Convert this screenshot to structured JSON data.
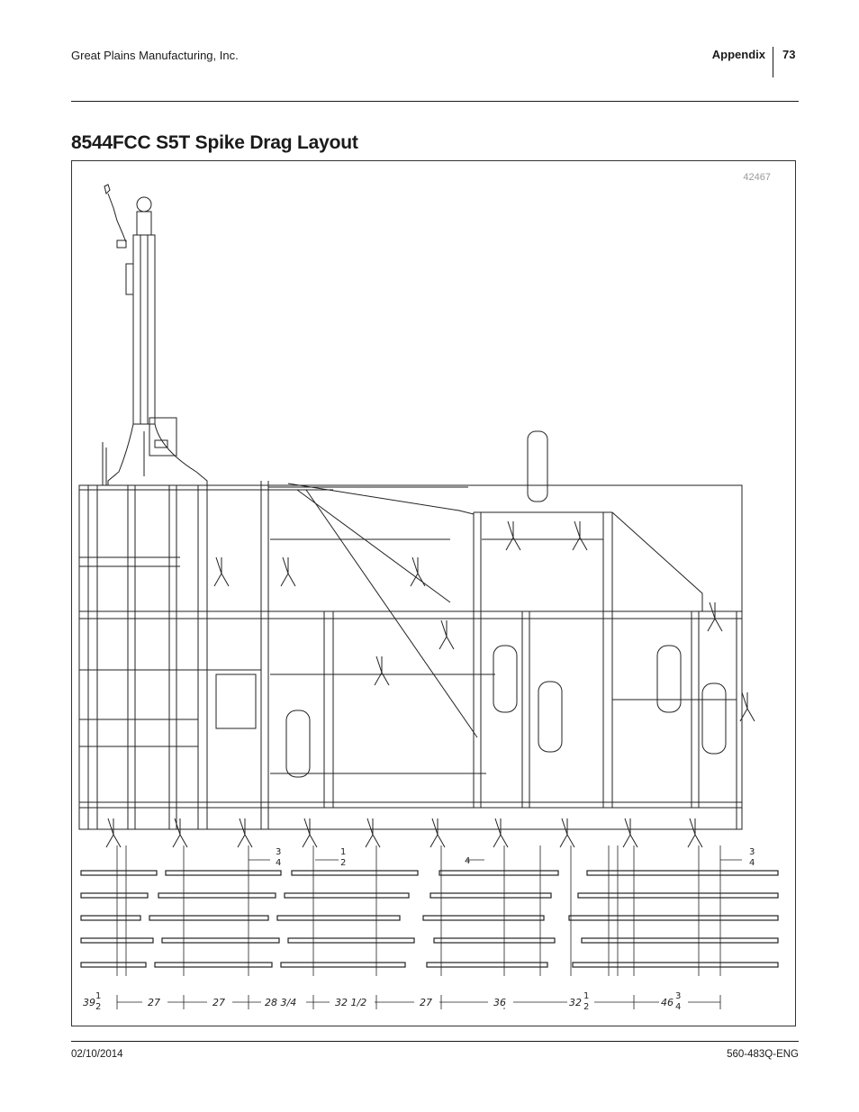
{
  "header": {
    "company": "Great Plains Manufacturing, Inc.",
    "section": "Appendix",
    "page_number": "73"
  },
  "title": "8544FCC S5T Spike Drag Layout",
  "figure": {
    "id": "42467",
    "bottom_dimensions": [
      "39",
      "27",
      "27",
      "28 3/4",
      "32 1/2",
      "27",
      "36",
      "32",
      "46"
    ],
    "fraction_labels": [
      "1",
      "2",
      "3",
      "4"
    ]
  },
  "footer": {
    "date": "02/10/2014",
    "doc_number": "560-483Q-ENG"
  }
}
